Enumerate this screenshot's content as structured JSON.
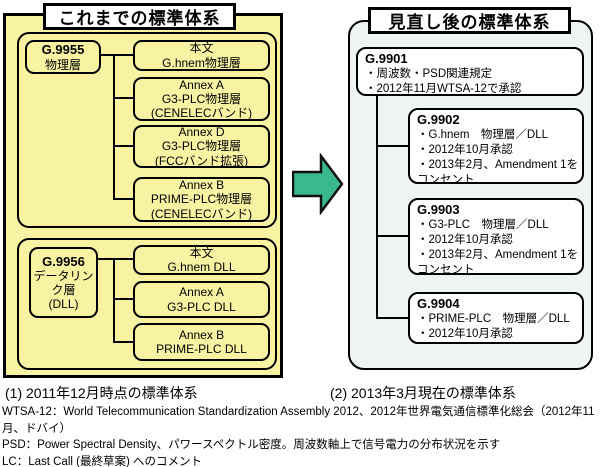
{
  "diagram": {
    "left_panel": {
      "title": "これまでの標準体系",
      "caption": "(1) 2011年12月時点の標準体系",
      "groups": [
        {
          "parent": {
            "id": "G.9955",
            "lines": [
              "物理層"
            ]
          },
          "children": [
            {
              "lines": [
                "本文",
                "G.hnem物理層"
              ]
            },
            {
              "lines": [
                "Annex A",
                "G3-PLC物理層",
                "(CENELECバンド)"
              ]
            },
            {
              "lines": [
                "Annex D",
                "G3-PLC物理層",
                "(FCCバンド拡張)"
              ]
            },
            {
              "lines": [
                "Annex B",
                "PRIME-PLC物理層",
                "(CENELECバンド)"
              ]
            }
          ]
        },
        {
          "parent": {
            "id": "G.9956",
            "lines": [
              "データリン",
              "ク層",
              "(DLL)"
            ]
          },
          "children": [
            {
              "lines": [
                "本文",
                "G.hnem  DLL"
              ]
            },
            {
              "lines": [
                "Annex A",
                "G3-PLC  DLL"
              ]
            },
            {
              "lines": [
                "Annex B",
                "PRIME-PLC  DLL"
              ]
            }
          ]
        }
      ]
    },
    "arrow": {
      "meaning": "transition-to-revised-system",
      "direction": "right",
      "color": "#3AB890"
    },
    "right_panel": {
      "title": "見直し後の標準体系",
      "caption": "(2) 2013年3月現在の標準体系",
      "nodes": [
        {
          "id": "G.9901",
          "lines": [
            "・周波数・PSD関連規定",
            "・2012年11月WTSA-12で承認"
          ]
        },
        {
          "id": "G.9902",
          "lines": [
            "・G.hnem　物理層／DLL",
            "・2012年10月承認",
            "・2013年2月、Amendment 1を",
            "コンセント"
          ]
        },
        {
          "id": "G.9903",
          "lines": [
            "・G3-PLC　物理層／DLL",
            "・2012年10月承認",
            "・2013年2月、Amendment 1を",
            "コンセント"
          ]
        },
        {
          "id": "G.9904",
          "lines": [
            "・PRIME-PLC　物理層／DLL",
            "・2012年10月承認"
          ]
        }
      ]
    },
    "footnotes": [
      "WTSA-12：World Telecommunication Standardization Assembly 2012、2012年世界電気通信標準化総会（2012年11月、ドバイ）",
      "PSD：Power Spectral Density、パワースペクトル密度。周波数軸上で信号電力の分布状況を示す",
      "LC：Last Call (最終草案) へのコメント"
    ],
    "colors": {
      "legacy_panel_fill": "#F8F3A2",
      "revised_panel_fill": "#EEF5F0",
      "arrow_fill": "#3AB890",
      "border": "#000000",
      "node_fill": "#FFFFFF"
    }
  }
}
